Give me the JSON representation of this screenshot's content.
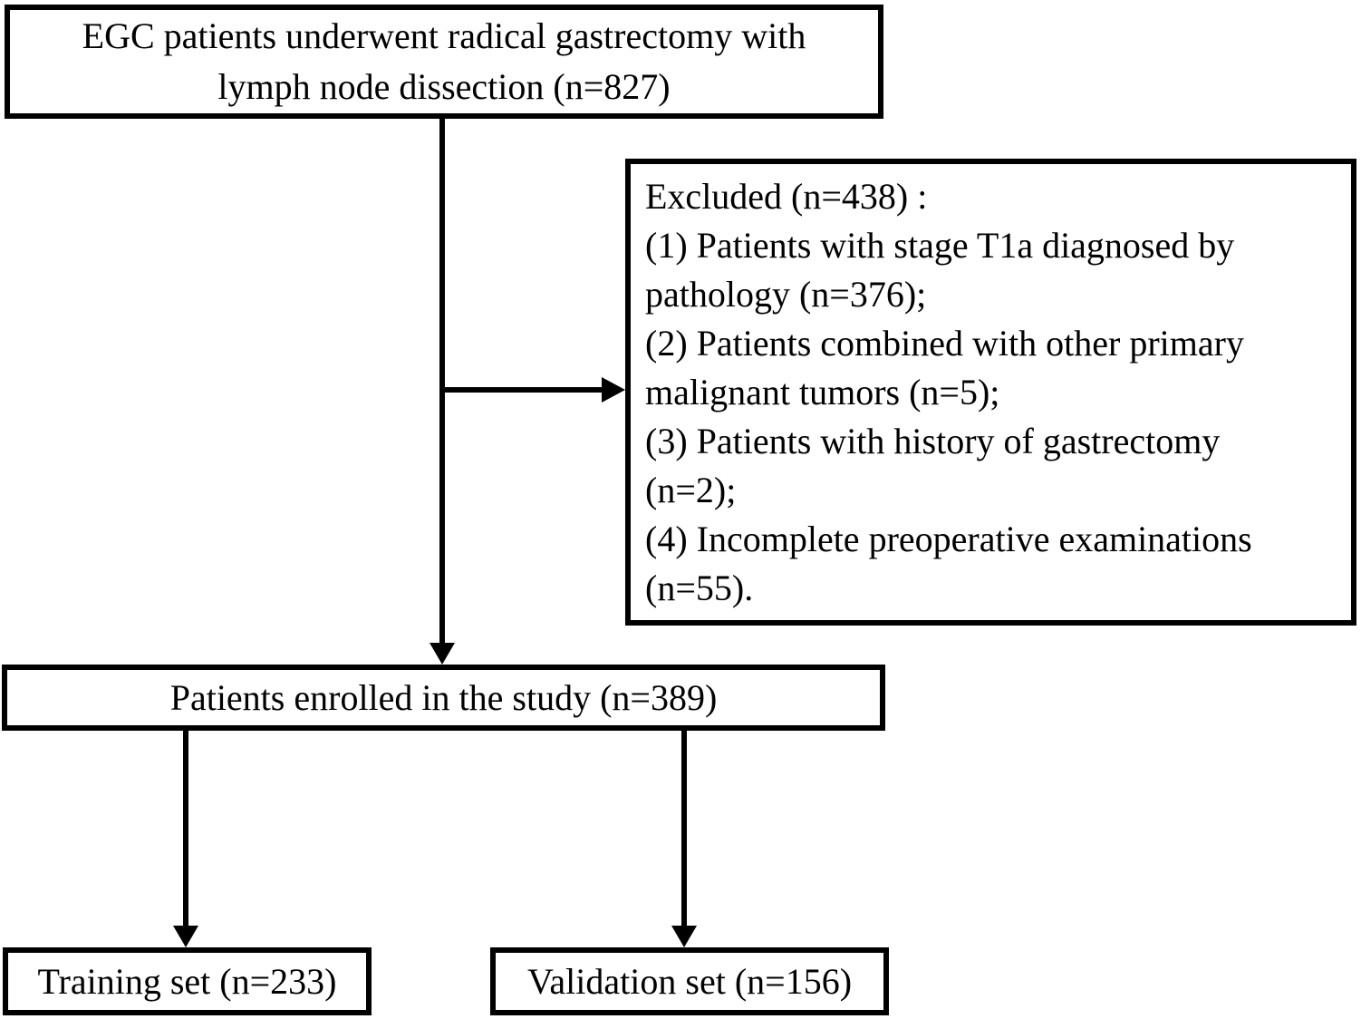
{
  "figure": {
    "type": "flowchart",
    "background": "#ffffff",
    "border_color": "#000000",
    "text_color": "#000000",
    "connector_color": "#000000"
  },
  "nodes": {
    "initial": {
      "lines": [
        "EGC patients underwent radical gastrectomy with",
        "lymph node dissection (n=827)"
      ]
    },
    "excluded": {
      "lines": [
        "Excluded (n=438) :",
        "(1) Patients with stage T1a diagnosed by",
        "pathology (n=376);",
        "(2) Patients combined with other primary",
        "malignant tumors (n=5);",
        "(3) Patients with history of gastrectomy",
        "(n=2);",
        "(4) Incomplete preoperative examinations",
        "(n=55)."
      ]
    },
    "enrolled": {
      "label": "Patients enrolled in the study (n=389)"
    },
    "training": {
      "label": "Training set (n=233)"
    },
    "validation": {
      "label": "Validation set (n=156)"
    }
  }
}
